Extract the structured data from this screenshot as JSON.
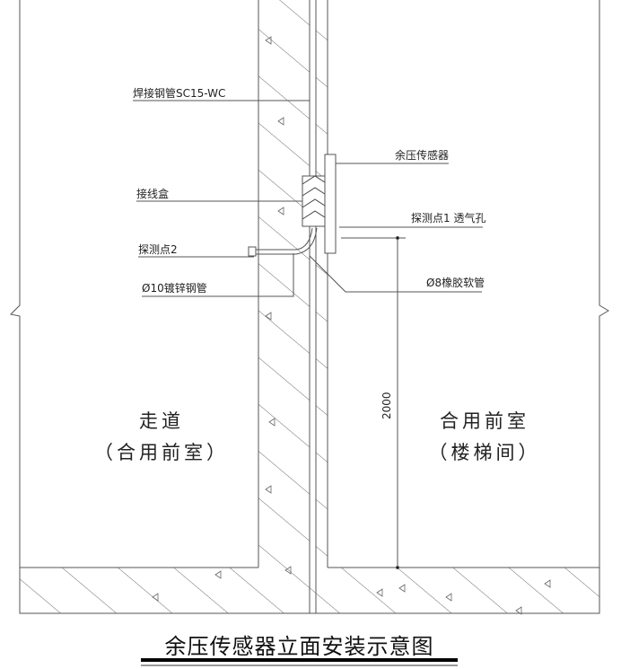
{
  "labels": {
    "welded_pipe": "焊接钢管SC15-WC",
    "junction_box": "接线盒",
    "probe_point_2": "探测点2",
    "galvanized_pipe": "Ø10镀锌钢管",
    "sensor": "余压传感器",
    "probe_point_1": "探测点1 透气孔",
    "rubber_hose": "Ø8橡胶软管"
  },
  "rooms": {
    "left_line1": "走道",
    "left_line2": "（合用前室）",
    "right_line1": "合用前室",
    "right_line2": "（楼梯间）"
  },
  "dimension": "2000",
  "title": "余压传感器立面安装示意图"
}
